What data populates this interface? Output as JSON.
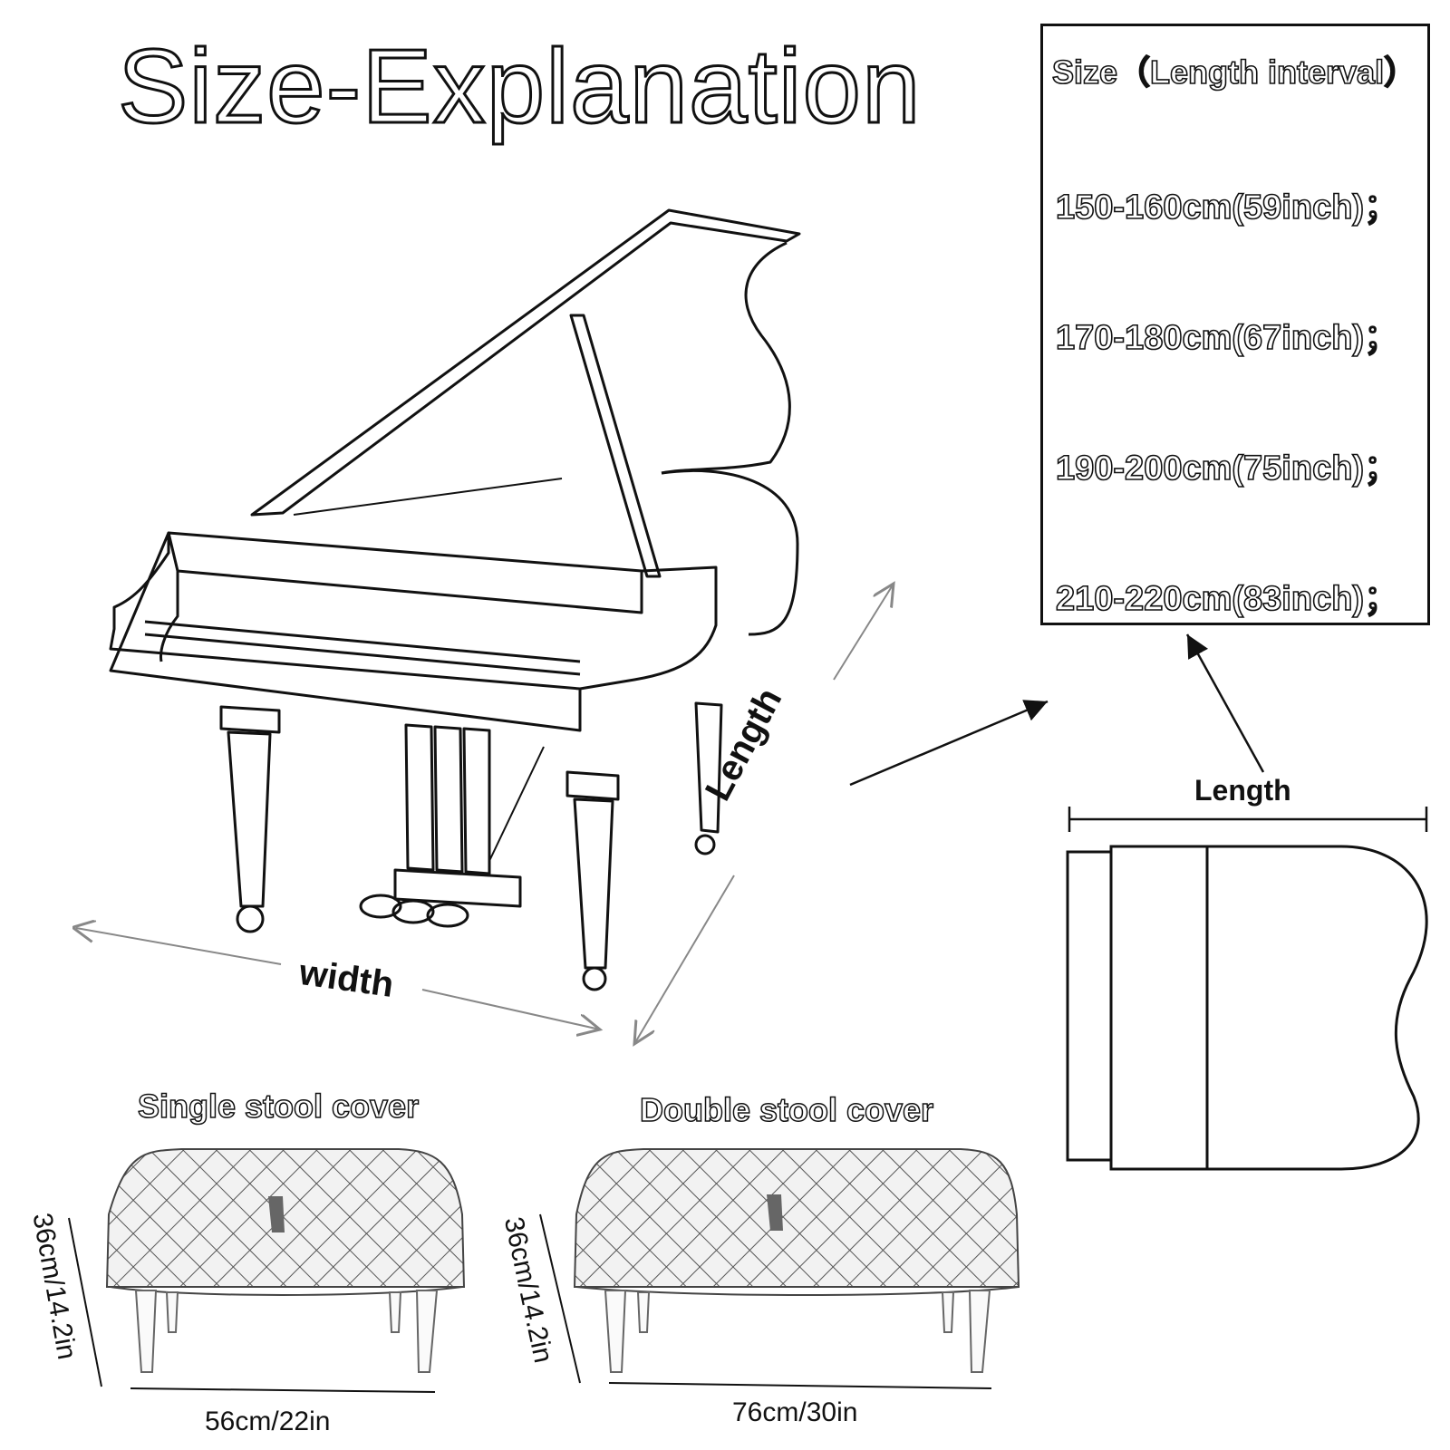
{
  "title": "Size-Explanation",
  "size_table": {
    "heading": "Size（Length interval）",
    "items": [
      "150-160cm(59inch)；",
      "170-180cm(67inch)；",
      "190-200cm(75inch)；",
      "210-220cm(83inch)；"
    ]
  },
  "piano_labels": {
    "width": "width",
    "length": "Length",
    "top_view_length": "Length"
  },
  "stools": {
    "single": {
      "label": "Single stool cover",
      "height": "36cm/14.2in",
      "width": "56cm/22in"
    },
    "double": {
      "label": "Double stool cover",
      "height": "36cm/14.2in",
      "width": "76cm/30in"
    }
  },
  "colors": {
    "ink": "#111111",
    "arrow_gray": "#888888",
    "fill_light": "#f4f4f4"
  }
}
